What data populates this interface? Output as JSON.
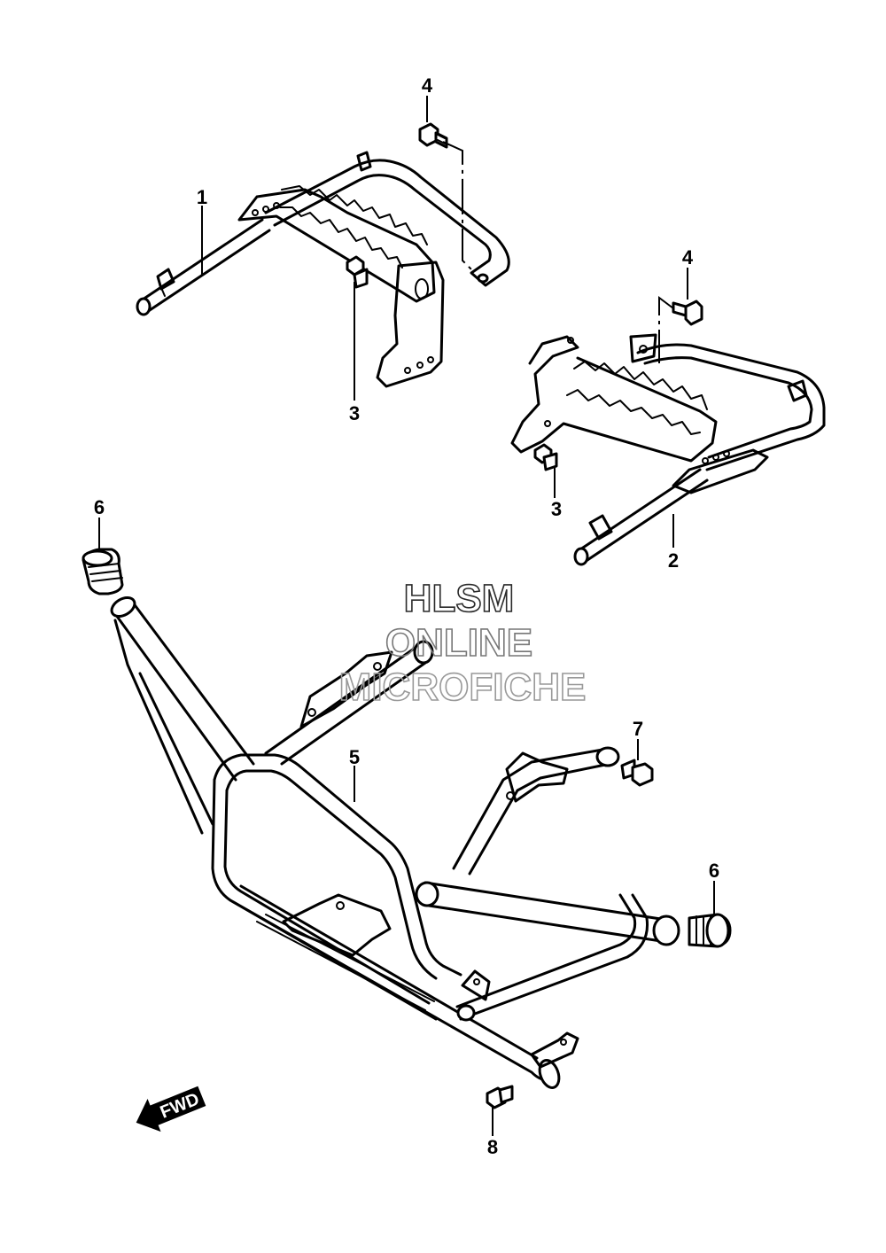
{
  "callouts": {
    "c1": "1",
    "c2": "2",
    "c3a": "3",
    "c3b": "3",
    "c4a": "4",
    "c4b": "4",
    "c5": "5",
    "c6a": "6",
    "c6b": "6",
    "c7": "7",
    "c8": "8"
  },
  "watermark": {
    "line1": "HLSM",
    "line2": "ONLINE",
    "line3": "MICROFICHE",
    "color_line1": "#2a2a2a",
    "color_line2": "#777777",
    "color_line3": "#999999"
  },
  "fwd_label": "FWD"
}
